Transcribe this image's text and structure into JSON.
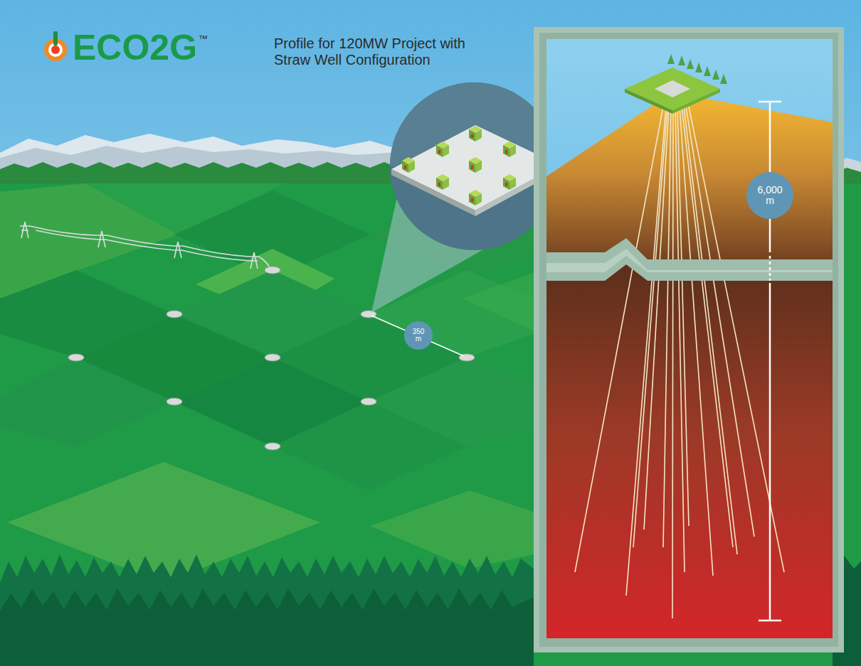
{
  "diagram": {
    "title": "Profile for 120MW Project with Straw Well Configuration",
    "nodes": [
      {
        "text": [
          "350 m"
        ]
      },
      {
        "text": [
          "6,000 m"
        ]
      }
    ],
    "labels": [
      "ECO2G",
      "™"
    ]
  }
}
